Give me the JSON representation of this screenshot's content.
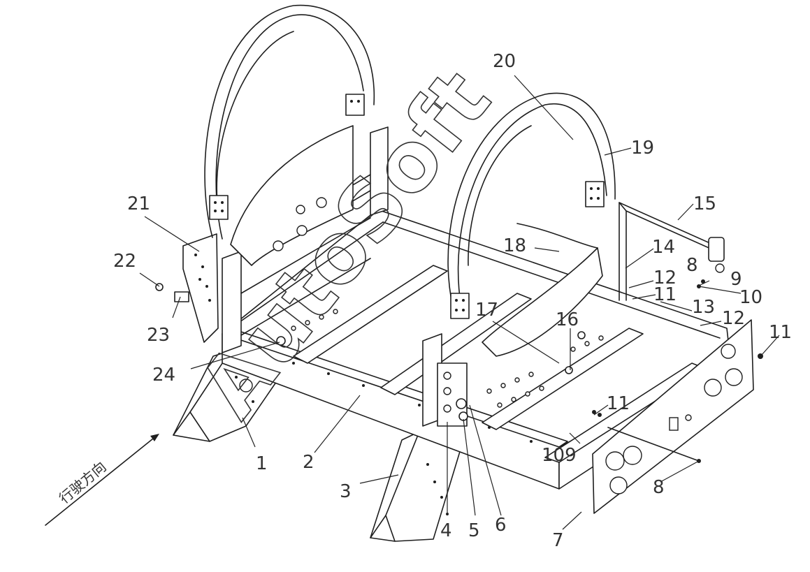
{
  "watermark": "AutoSoft",
  "direction_label": "行驶方向",
  "callouts": [
    "1",
    "2",
    "3",
    "4",
    "5",
    "6",
    "7",
    "8",
    "8",
    "9",
    "10",
    "109",
    "11",
    "11",
    "11",
    "12",
    "12",
    "13",
    "14",
    "15",
    "16",
    "17",
    "18",
    "19",
    "20",
    "21",
    "22",
    "23",
    "24"
  ]
}
